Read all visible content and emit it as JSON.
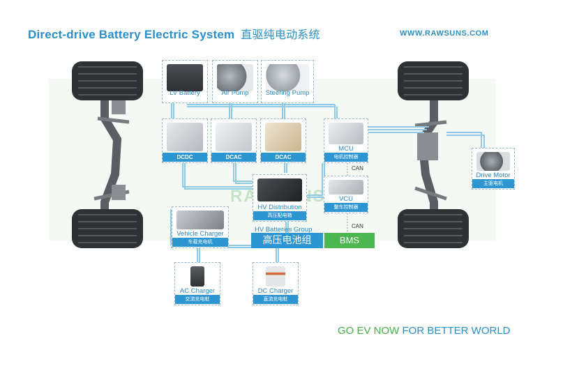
{
  "header": {
    "title": "Direct-drive Battery Electric System",
    "title_cn": "直驱纯电动系统",
    "url": "WWW.RAWSUNS.COM"
  },
  "components": {
    "lv_battery": {
      "label": "LV Battery",
      "cn": "",
      "color": "#3c3f44"
    },
    "air_pump": {
      "label": "Air Pump",
      "cn": "",
      "color": "#6d7378"
    },
    "steering_pump": {
      "label": "Steering Pump",
      "cn": "",
      "color": "#9aa1a7"
    },
    "dcdc": {
      "label": "",
      "cn": "DCDC",
      "color": "#c9cdd1"
    },
    "dcac1": {
      "label": "",
      "cn": "DCAC",
      "color": "#d9dcdf"
    },
    "dcac2": {
      "label": "",
      "cn": "DCAC",
      "color": "#c8b58e"
    },
    "mcu": {
      "label": "MCU",
      "cn": "电机控制器",
      "color": "#d2d6da"
    },
    "hv_distribution": {
      "label": "HV Distribution",
      "cn": "高压配电箱",
      "color": "#2e3134"
    },
    "vcu": {
      "label": "VCU",
      "cn": "整车控制器",
      "color": "#b9bec3"
    },
    "vehicle_charger": {
      "label": "Vehicle Charger",
      "cn": "车载充电机",
      "color": "#8d9196"
    },
    "ac_charger": {
      "label": "AC Charger",
      "cn": "交流充电桩",
      "color": "#4a4d50"
    },
    "dc_charger": {
      "label": "DC Charger",
      "cn": "直流充电桩",
      "color": "#cf6a3a"
    },
    "drive_motor": {
      "label": "Drive Motor",
      "cn": "主驱电机",
      "color": "#5c6166"
    }
  },
  "bus": {
    "can_label": "CAN",
    "hv_batteries_label": "HV Batteries Group",
    "hv_batteries_cn": "高压电池组",
    "bms_label": "BMS"
  },
  "watermark": "RAWSUNS",
  "slogan": {
    "part1": "GO EV NOW",
    "part2": "FOR BETTER WORLD"
  },
  "colors": {
    "brand_blue": "#2a8fc8",
    "label_blue": "#2e95d3",
    "green": "#4cb74f",
    "wire": "#8fc9e6"
  }
}
